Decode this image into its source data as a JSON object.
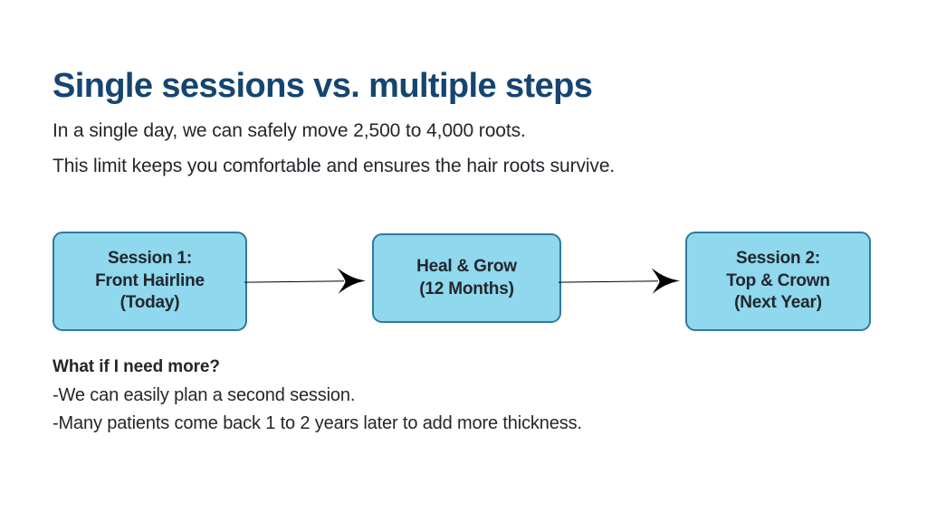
{
  "slide": {
    "title": "Single sessions vs. multiple steps",
    "subtitle_lines": [
      "In a single day, we can safely move 2,500 to 4,000 roots.",
      "This limit keeps you comfortable and ensures the hair roots survive."
    ],
    "colors": {
      "title": "#154570",
      "body_text": "#23262b",
      "node_fill": "#8FD8EE",
      "node_border": "#2E7A9E",
      "arrow": "#000000",
      "background": "#ffffff"
    }
  },
  "flow": {
    "nodes": [
      {
        "id": "node-1",
        "text": "Session 1:\nFront Hairline\n(Today)"
      },
      {
        "id": "node-2",
        "text": "Heal & Grow\n(12 Months)"
      },
      {
        "id": "node-3",
        "text": "Session 2:\nTop & Crown\n(Next Year)"
      }
    ],
    "arrows": [
      {
        "id": "arrow-1",
        "from": "node-1",
        "to": "node-2"
      },
      {
        "id": "arrow-2",
        "from": "node-2",
        "to": "node-3"
      }
    ]
  },
  "qa": {
    "heading": "What if I need more?",
    "lines": [
      "-We can easily plan a second session.",
      "-Many patients come back 1 to 2 years later to add more thickness."
    ]
  }
}
